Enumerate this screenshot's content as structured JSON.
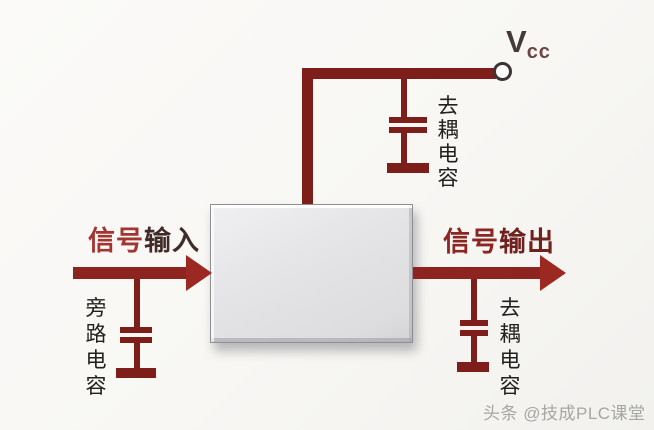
{
  "diagram": {
    "type": "circuit-schematic",
    "subject": "IC power decoupling and signal bypass capacitors"
  },
  "labels": {
    "vcc": {
      "main": "V",
      "sub": "cc"
    },
    "input": {
      "part1": "信号",
      "part2": "输入"
    },
    "output": {
      "part1": "信号",
      "part2": "输出"
    },
    "top_capacitor": "去耦电容",
    "bypass_capacitor": "旁路电容",
    "right_capacitor": "去耦电容",
    "watermark": "头条 @技成PLC课堂"
  },
  "colors": {
    "wire": "#7d1e1a",
    "arrow": "#8e241f",
    "arrowhead": "#9c2822",
    "label_red": "#a23431",
    "label_dark": "#402b29",
    "output_red": "#8b2623",
    "output_dark": "#6f211e",
    "text_black": "#232020",
    "vcc_color": "#453a3a",
    "vcc_sub": "#6e4645",
    "chip_fill": "#e4e3e5",
    "watermark": "#a8a6a2",
    "background": "#f8f7f4"
  }
}
